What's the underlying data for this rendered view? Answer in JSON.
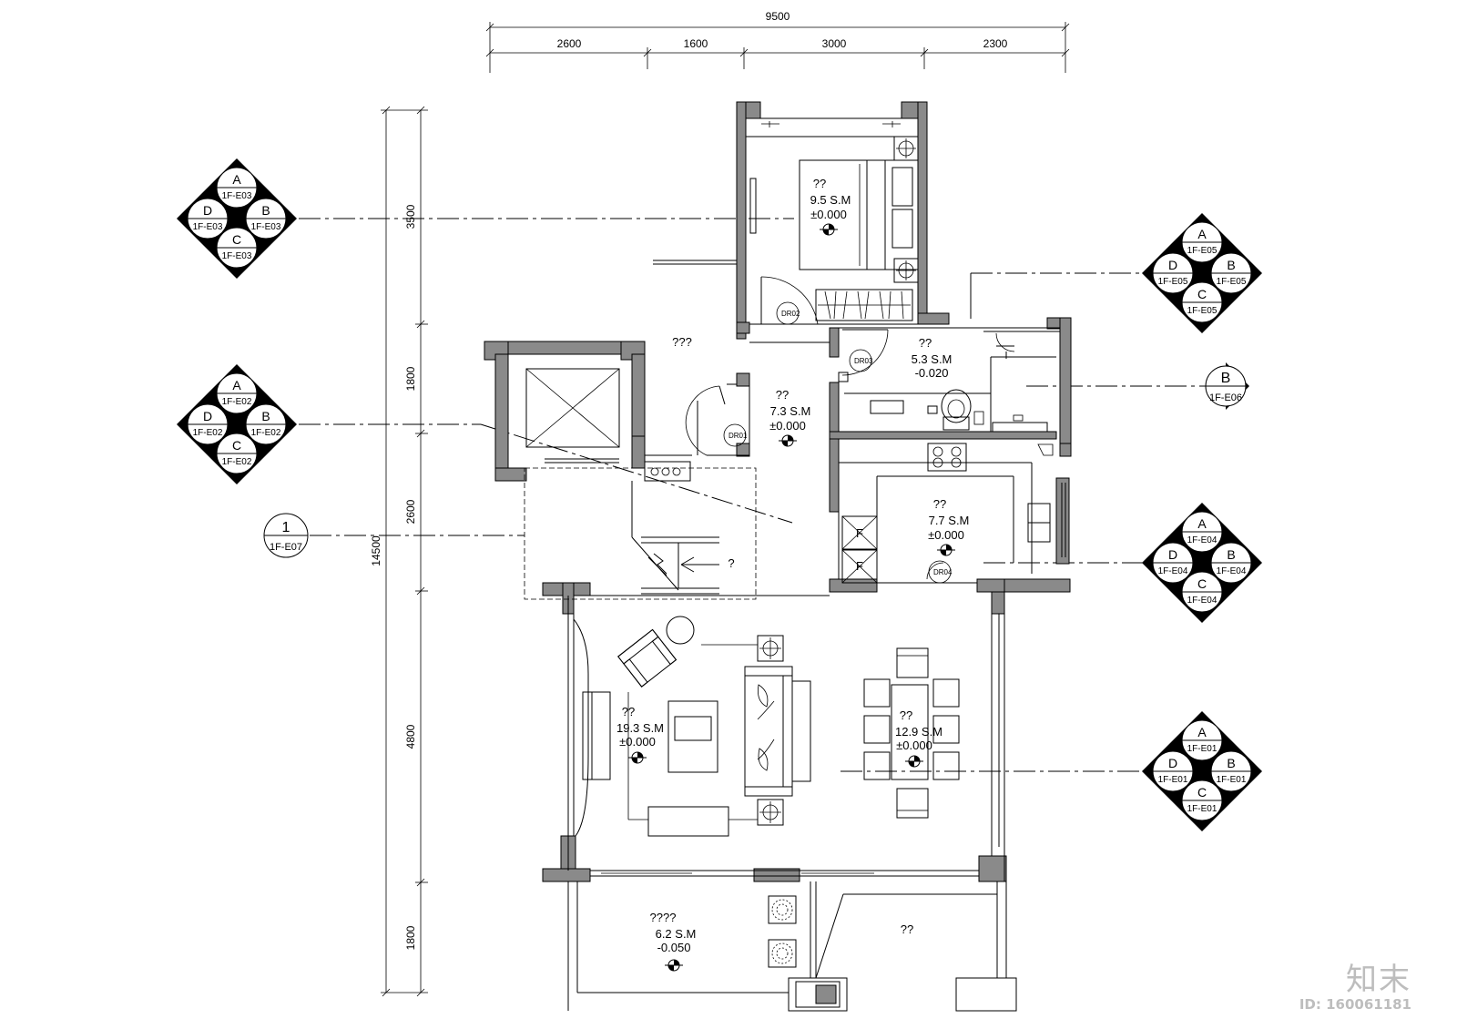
{
  "dimensions": {
    "top_total": "9500",
    "top_segments": [
      "2600",
      "1600",
      "3000",
      "2300"
    ],
    "left_total": "14500",
    "left_segments": [
      "3500",
      "1800",
      "2600",
      "4800",
      "1800"
    ]
  },
  "rooms": [
    {
      "id": "bedroom",
      "name": "??",
      "area": "9.5 S.M",
      "level": "±0.000"
    },
    {
      "id": "bath",
      "name": "??",
      "area": "5.3 S.M",
      "level": "-0.020"
    },
    {
      "id": "hall",
      "name": "??",
      "area": "7.3 S.M",
      "level": "±0.000"
    },
    {
      "id": "kitchen",
      "name": "??",
      "area": "7.7 S.M",
      "level": "±0.000"
    },
    {
      "id": "living",
      "name": "??",
      "area": "19.3 S.M",
      "level": "±0.000"
    },
    {
      "id": "dining",
      "name": "??",
      "area": "12.9 S.M",
      "level": "±0.000"
    },
    {
      "id": "terrace",
      "name": "????",
      "area": "6.2 S.M",
      "level": "-0.050"
    }
  ],
  "labels": {
    "upper_space": "???",
    "stair": "?",
    "garden": "??"
  },
  "doors": [
    "DR01",
    "DR02",
    "DR03",
    "DR04"
  ],
  "fridge_mark": "F",
  "elevation_symbols": [
    {
      "id": "elev-1",
      "a": "A",
      "b": "B",
      "c": "C",
      "d": "D",
      "ra": "1F-E03",
      "rb": "1F-E03",
      "rc": "1F-E03",
      "rd": "1F-E03"
    },
    {
      "id": "elev-2",
      "a": "A",
      "b": "B",
      "c": "C",
      "d": "D",
      "ra": "1F-E02",
      "rb": "1F-E02",
      "rc": "1F-E02",
      "rd": "1F-E02"
    },
    {
      "id": "elev-3",
      "a": "A",
      "b": "B",
      "c": "C",
      "d": "D",
      "ra": "1F-E05",
      "rb": "1F-E05",
      "rc": "1F-E05",
      "rd": "1F-E05"
    },
    {
      "id": "elev-4",
      "a": "A",
      "b": "B",
      "c": "C",
      "d": "D",
      "ra": "1F-E04",
      "rb": "1F-E04",
      "rc": "1F-E04",
      "rd": "1F-E04"
    },
    {
      "id": "elev-5",
      "a": "A",
      "b": "B",
      "c": "C",
      "d": "D",
      "ra": "1F-E01",
      "rb": "1F-E01",
      "rc": "1F-E01",
      "rd": "1F-E01"
    }
  ],
  "section_marks": [
    {
      "id": "sect-b",
      "letter": "B",
      "ref": "1F-E06"
    },
    {
      "id": "sect-1",
      "letter": "1",
      "ref": "1F-E07"
    }
  ],
  "watermark": {
    "logo": "知末",
    "id": "ID: 160061181"
  }
}
